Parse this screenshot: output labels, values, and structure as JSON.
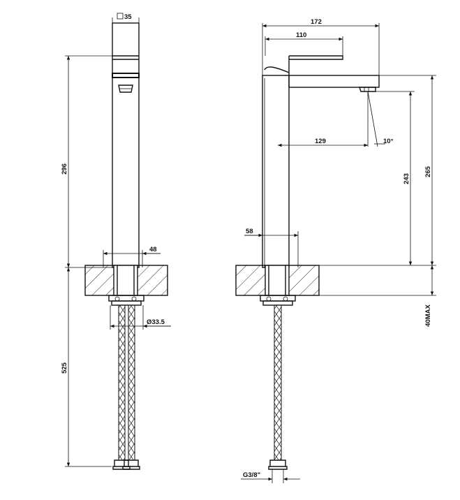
{
  "dimensions": {
    "square_section": "35",
    "total_height": "296",
    "base_width": "48",
    "hole_diameter": "Ø33.5",
    "hose_length": "525",
    "overall_depth": "172",
    "handle_length": "110",
    "spout_reach": "129",
    "spout_angle": "10°",
    "outlet_height": "243",
    "spout_height": "265",
    "body_width": "58",
    "max_deck_thickness": "40MAX",
    "thread_size": "G3/8\""
  },
  "colors": {
    "line": "#111111",
    "background": "#ffffff"
  }
}
